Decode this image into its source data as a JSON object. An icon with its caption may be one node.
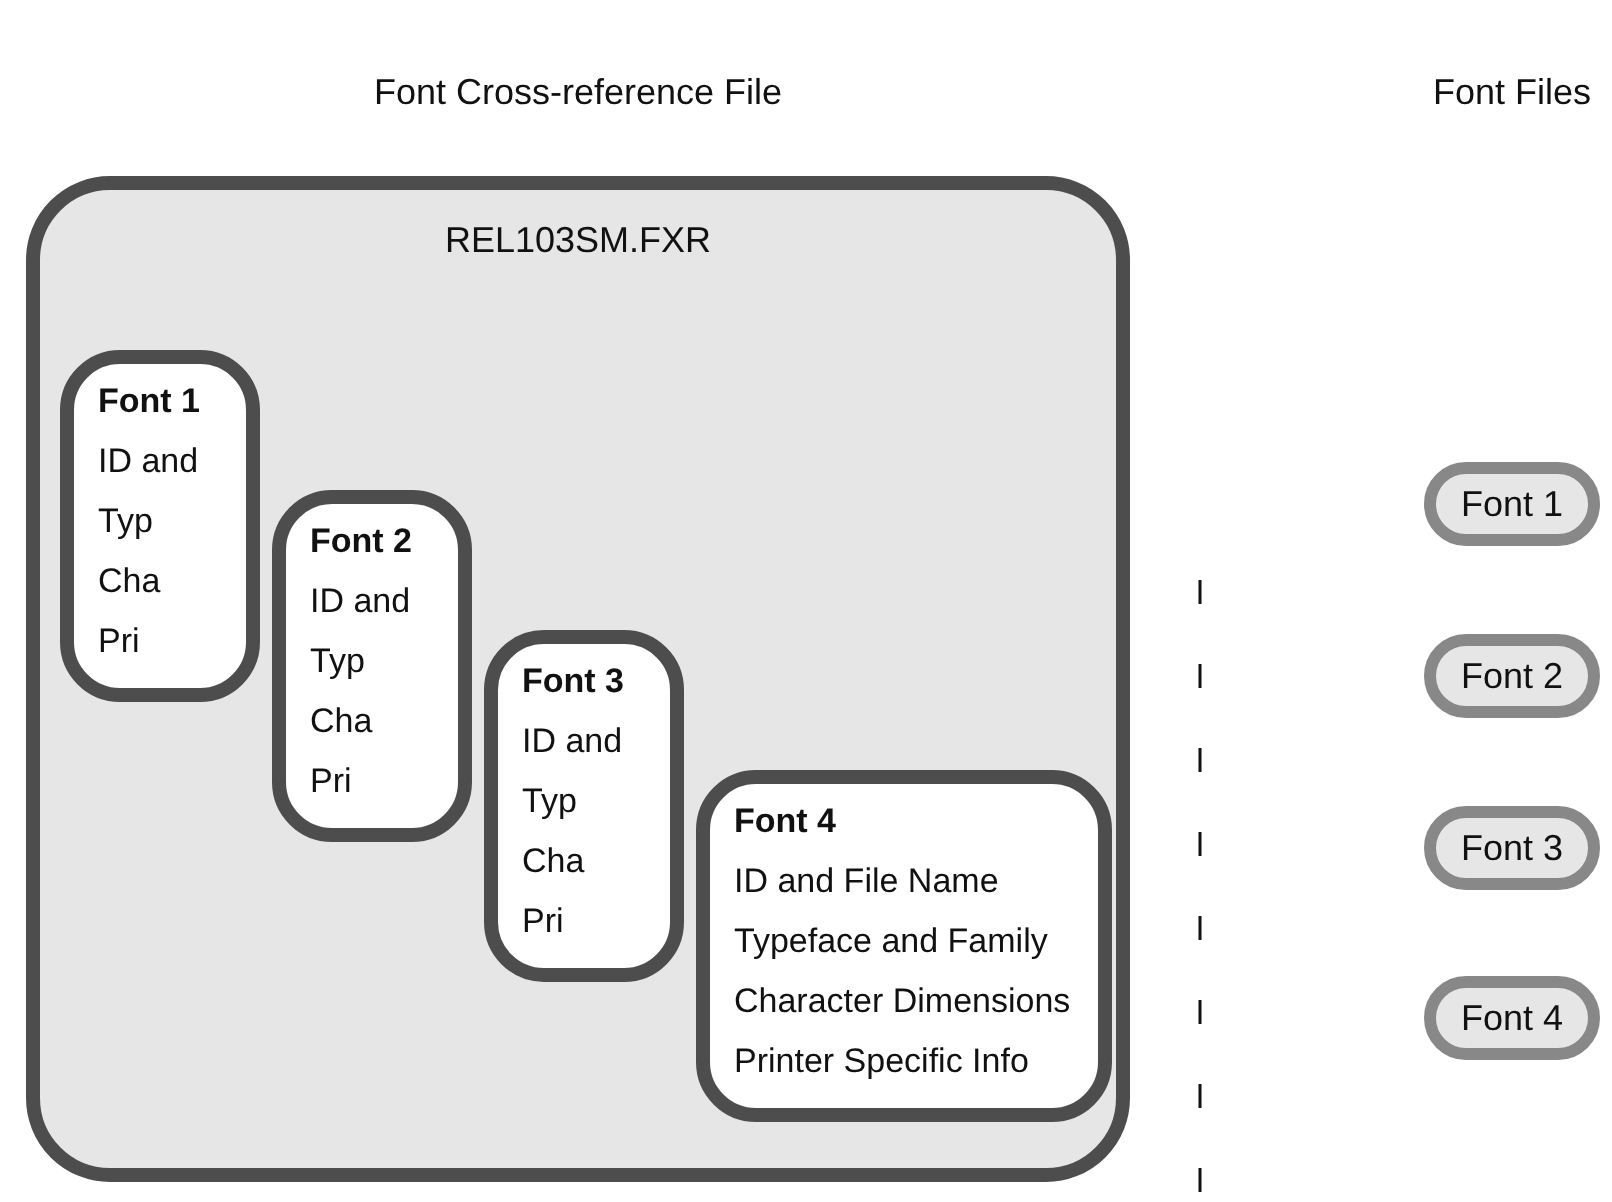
{
  "diagram": {
    "nodes": [
      {
        "text": [
          "REL103SM.FXR"
        ]
      },
      {
        "text": [
          "Font 1",
          "ID and",
          "Typ",
          "Cha",
          "Pri"
        ],
        "in": 0
      },
      {
        "text": [
          "Font 2",
          "ID and",
          "Typ",
          "Cha",
          "Pri"
        ],
        "in": 0
      },
      {
        "text": [
          "Font 3",
          "ID and",
          "Typ",
          "Cha",
          "Pri"
        ],
        "in": 0
      },
      {
        "text": [
          "Font 4",
          "ID and File Name",
          "Typeface and Family",
          "Character Dimensions",
          "Printer Specific Info"
        ],
        "in": 0
      },
      {
        "text": [
          "Font 1"
        ]
      },
      {
        "text": [
          "Font 2"
        ]
      },
      {
        "text": [
          "Font 3"
        ]
      },
      {
        "text": [
          "Font 4"
        ]
      }
    ],
    "edges": [],
    "labels": [
      "Font Cross-reference File",
      "Font Files"
    ]
  }
}
